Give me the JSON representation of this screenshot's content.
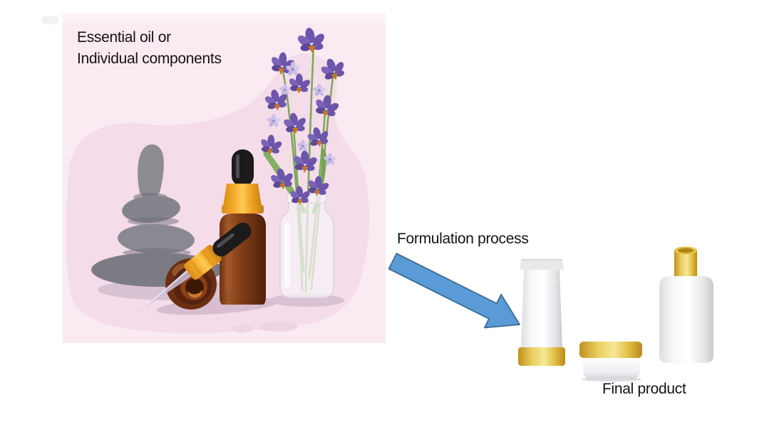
{
  "diagram": {
    "source_panel": {
      "label_line1": "Essential oil or",
      "label_line2": "Individual components",
      "background_color": "#FAEAF2",
      "blob_color": "#F4DCE9",
      "illustration_items": [
        "spa-stones",
        "amber-dropper-bottle",
        "amber-bottle-with-pipette",
        "glass-vase-with-lavender"
      ],
      "lavender_dark": "#6C55AA",
      "lavender_light": "#CBBFE6",
      "stem_green": "#7FA85B",
      "amber_brown": "#7E3C18",
      "cap_orange": "#F6AC2D",
      "stone_gray": "#8A8991"
    },
    "arrow": {
      "label": "Formulation process",
      "fill_color": "#5B9BD5",
      "border_color": "#41719C"
    },
    "products": {
      "label": "Final product",
      "items": [
        "cosmetic-tube",
        "cream-jar",
        "lotion-bottle"
      ],
      "gold_color": "#EBCF5F",
      "body_color": "#F4F4F6"
    }
  }
}
